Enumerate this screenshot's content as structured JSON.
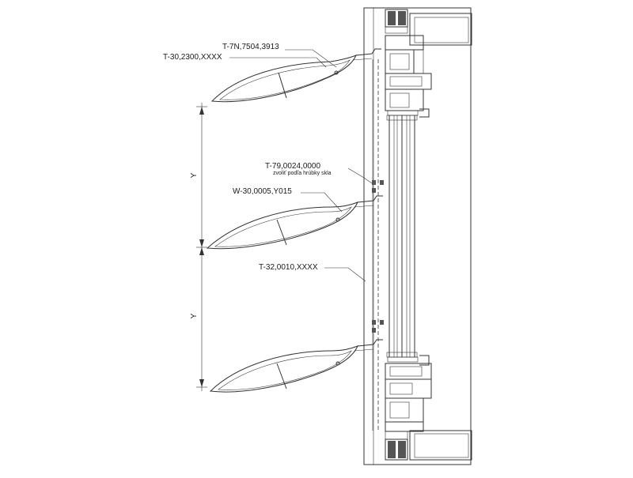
{
  "labels": {
    "top_bracket": "T-7N,7504,3913",
    "louvre": "T-30,2300,XXXX",
    "clip": "T-79,0024,0000",
    "clip_note": "zvoliť podľa hrúbky skla",
    "gasket": "W-30,0005,Y015",
    "rail": "T-32,0010,XXXX"
  },
  "dimensions": {
    "upper": "Y",
    "lower": "Y"
  },
  "colors": {
    "line": "#333333",
    "fill_dark": "#555555"
  }
}
